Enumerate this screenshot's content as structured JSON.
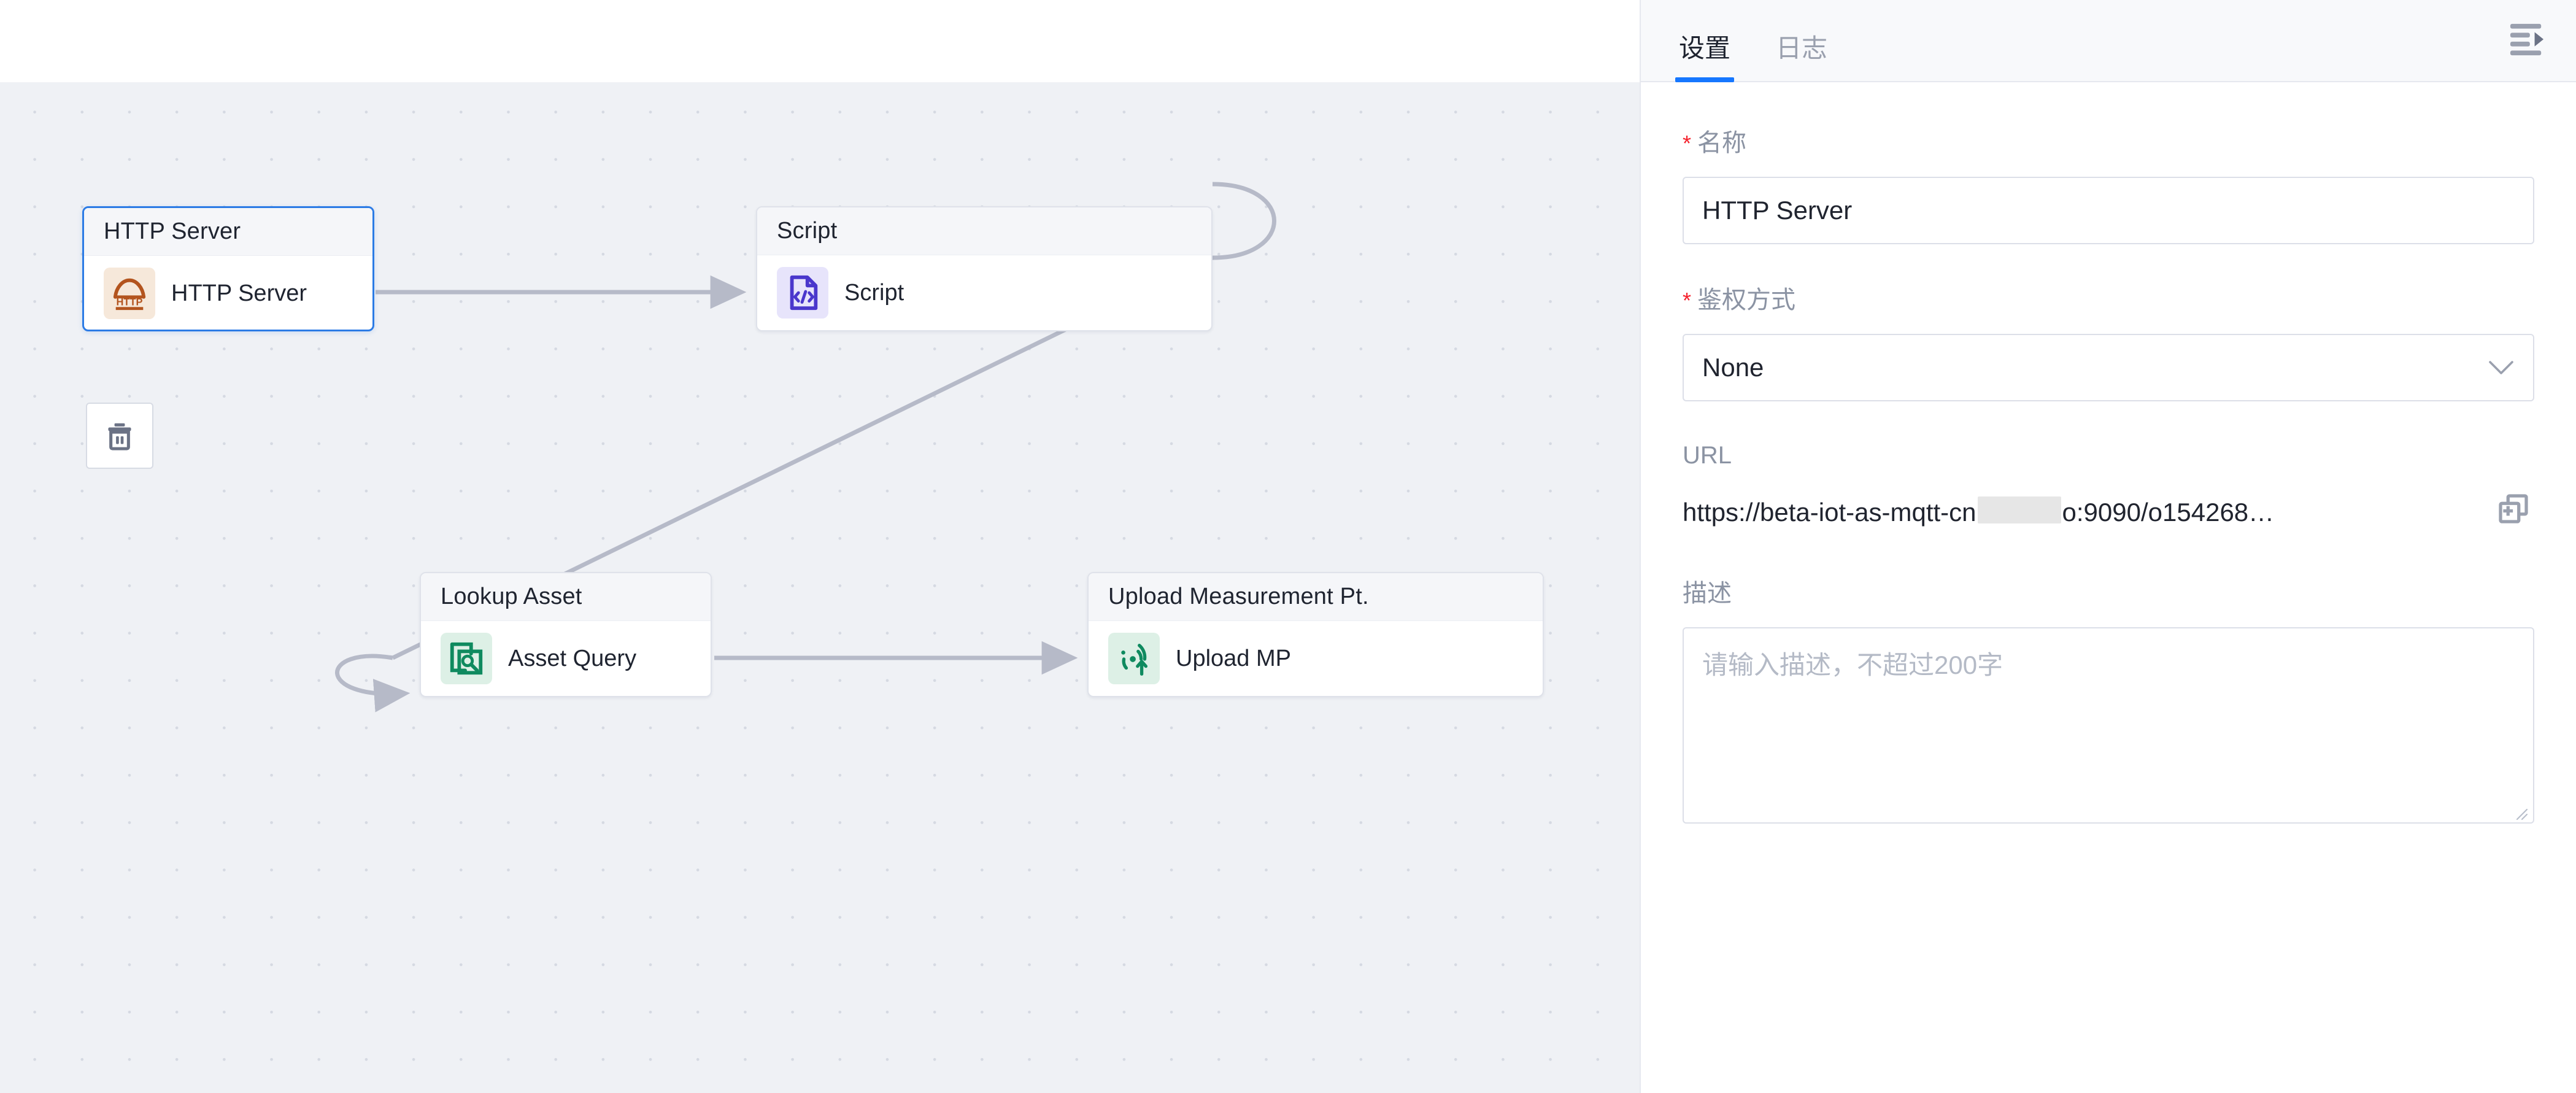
{
  "canvas": {
    "nodes": [
      {
        "id": "node-http",
        "title": "HTTP Server",
        "subtitle": "HTTP Server",
        "icon": "http-server-icon",
        "selected": true
      },
      {
        "id": "node-script",
        "title": "Script",
        "subtitle": "Script",
        "icon": "script-code-icon",
        "selected": false
      },
      {
        "id": "node-lookup",
        "title": "Lookup Asset",
        "subtitle": "Asset Query",
        "icon": "asset-query-icon",
        "selected": false
      },
      {
        "id": "node-upload",
        "title": "Upload Measurement Pt.",
        "subtitle": "Upload MP",
        "icon": "upload-measurement-icon",
        "selected": false
      }
    ],
    "edges": [
      {
        "from": "node-http",
        "to": "node-script"
      },
      {
        "from": "node-script",
        "to": "node-lookup"
      },
      {
        "from": "node-lookup",
        "to": "node-upload"
      }
    ],
    "toolbar": {
      "delete_icon": "trash-icon"
    },
    "colors": {
      "background": "#eff1f5",
      "dot": "#d5d9e2",
      "edge": "#b6bac8",
      "selected_border": "#2c7be5"
    }
  },
  "panel": {
    "tabs": [
      {
        "id": "tab-settings",
        "label": "设置",
        "active": true
      },
      {
        "id": "tab-logs",
        "label": "日志",
        "active": false
      }
    ],
    "collapse_icon": "collapse-panel-icon",
    "accent_color": "#1677ff",
    "fields": {
      "name": {
        "label": "名称",
        "required": true,
        "value": "HTTP Server"
      },
      "auth": {
        "label": "鉴权方式",
        "required": true,
        "value": "None",
        "options": [
          "None"
        ]
      },
      "url": {
        "label": "URL",
        "required": false,
        "prefix": "https://beta-iot-as-mqtt-cn",
        "redacted": true,
        "suffix": "o:9090/o154268…",
        "copy_icon": "copy-icon"
      },
      "description": {
        "label": "描述",
        "required": false,
        "value": "",
        "placeholder": "请输入描述，不超过200字"
      }
    }
  }
}
